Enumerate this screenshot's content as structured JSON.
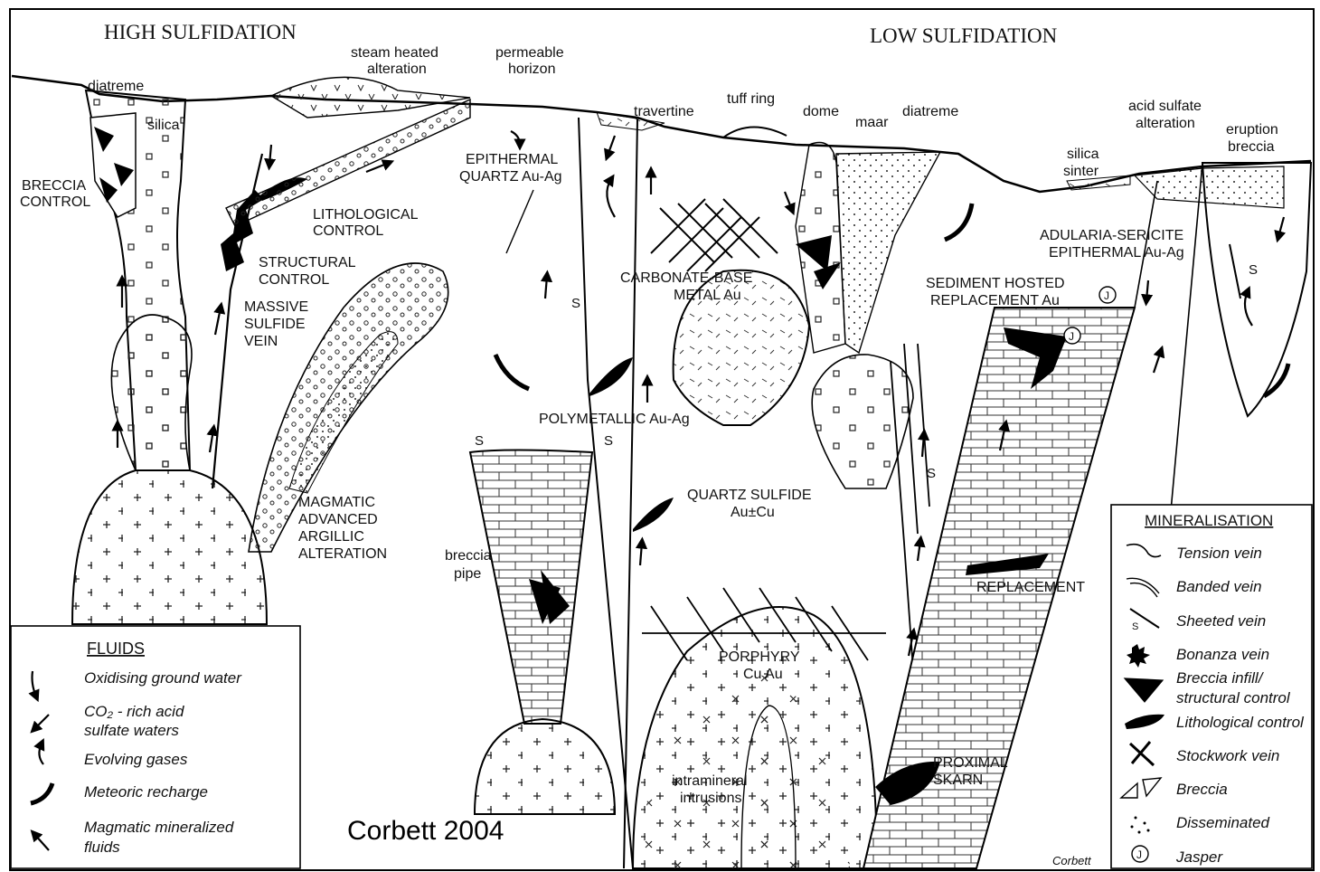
{
  "headings": {
    "high": "HIGH SULFIDATION",
    "low": "LOW SULFIDATION"
  },
  "labels": {
    "diatreme_left": "diatreme",
    "silica": "silica",
    "steam_heated": [
      "steam heated",
      "alteration"
    ],
    "permeable_horizon": [
      "permeable",
      "horizon"
    ],
    "breccia_control": [
      "BRECCIA",
      "CONTROL"
    ],
    "lithological_control": [
      "LITHOLOGICAL",
      "CONTROL"
    ],
    "structural_control": [
      "STRUCTURAL",
      "CONTROL"
    ],
    "massive_sulfide": [
      "MASSIVE",
      "SULFIDE",
      "VEIN"
    ],
    "magmatic_advanced": [
      "MAGMATIC",
      "ADVANCED",
      "ARGILLIC",
      "ALTERATION"
    ],
    "epithermal_quartz": [
      "EPITHERMAL",
      "QUARTZ Au-Ag"
    ],
    "travertine": "travertine",
    "tuff_ring": "tuff ring",
    "dome": "dome",
    "maar": "maar",
    "diatreme_right": "diatreme",
    "carbonate_base": [
      "CARBONATE-BASE",
      "METAL Au"
    ],
    "polymetallic": "POLYMETALLIC Au-Ag",
    "breccia_pipe": [
      "breccia",
      "pipe"
    ],
    "quartz_sulfide": [
      "QUARTZ SULFIDE",
      "Au±Cu"
    ],
    "porphyry": [
      "PORPHYRY",
      "Cu Au"
    ],
    "intramineral": [
      "intramineral",
      "intrusions"
    ],
    "acid_sulfate": [
      "acid sulfate",
      "alteration"
    ],
    "eruption_breccia": [
      "eruption",
      "breccia"
    ],
    "silica_sinter": [
      "silica",
      "sinter"
    ],
    "adularia": [
      "ADULARIA-SERICITE",
      "EPITHERMAL Au-Ag"
    ],
    "sediment_hosted": [
      "SEDIMENT HOSTED",
      "REPLACEMENT Au"
    ],
    "replacement": "REPLACEMENT",
    "proximal_skarn": [
      "PROXIMAL",
      "SKARN"
    ],
    "s_mark": "S",
    "jasper_mark": "J"
  },
  "fluids_legend": {
    "title": "FLUIDS",
    "items": [
      {
        "icon": "oxidising-groundwater-arrow-icon",
        "text": [
          "Oxidising ground water"
        ]
      },
      {
        "icon": "co2-acid-sulfate-arrow-icon",
        "text": [
          "CO₂ - rich acid",
          "sulfate waters"
        ]
      },
      {
        "icon": "evolving-gases-arrow-icon",
        "text": [
          "Evolving gases"
        ]
      },
      {
        "icon": "meteoric-recharge-arrow-icon",
        "text": [
          "Meteoric recharge"
        ]
      },
      {
        "icon": "magmatic-fluids-arrow-icon",
        "text": [
          "Magmatic mineralized",
          "fluids"
        ]
      }
    ]
  },
  "mineralisation_legend": {
    "title": "MINERALISATION",
    "items": [
      {
        "icon": "tension-vein-icon",
        "text": [
          "Tension vein"
        ]
      },
      {
        "icon": "banded-vein-icon",
        "text": [
          "Banded vein"
        ]
      },
      {
        "icon": "sheeted-vein-icon",
        "text": [
          "Sheeted vein"
        ]
      },
      {
        "icon": "bonanza-vein-icon",
        "text": [
          "Bonanza vein"
        ]
      },
      {
        "icon": "breccia-infill-icon",
        "text": [
          "Breccia infill/",
          "structural control"
        ]
      },
      {
        "icon": "lithological-control-icon",
        "text": [
          "Lithological control"
        ]
      },
      {
        "icon": "stockwork-vein-icon",
        "text": [
          "Stockwork vein"
        ]
      },
      {
        "icon": "breccia-icon",
        "text": [
          "Breccia"
        ]
      },
      {
        "icon": "disseminated-icon",
        "text": [
          "Disseminated"
        ]
      },
      {
        "icon": "jasper-icon",
        "text": [
          "Jasper"
        ]
      }
    ]
  },
  "signature": "Corbett",
  "credit": "Corbett 2004"
}
